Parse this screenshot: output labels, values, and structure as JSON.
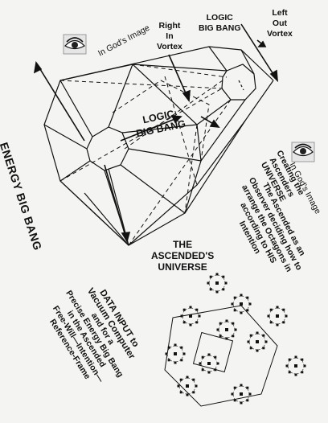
{
  "labels": {
    "in_gods_image_top": "In God's Image",
    "right_in_vortex": [
      "Right",
      "In",
      "Vortex"
    ],
    "logic_big_bang_top": [
      "LOGIC",
      "BIG BANG"
    ],
    "left_out_vortex": [
      "Left",
      "Out",
      "Vortex"
    ],
    "logic_big_bang_center": [
      "LOGIC",
      "BIG BANG"
    ],
    "energy_big_bang": "ENERGY BIG BANG",
    "in_gods_image_right": "In God's Image",
    "creating_the_ascenders_universe": [
      "Creating the",
      "Ascenders",
      "UNIVERSE"
    ],
    "the_ascended_as_an_observer": [
      "The Ascended as an",
      "Observer deciding how to",
      "arrange the Octagons in",
      "according to HIS",
      "Intention"
    ],
    "the_ascendeds_universe": [
      "THE",
      "ASCENDED'S",
      "UNIVERSE"
    ],
    "data_input": [
      "DATA INPUT to",
      "Vacuum Computer",
      "and for a",
      "Precise Energy Big Bang",
      "in the Ascended",
      "Free-Will—Intention—",
      "Reference-Frame"
    ]
  },
  "icons": {
    "eye_top": "eye-icon",
    "eye_right": "eye-icon"
  }
}
